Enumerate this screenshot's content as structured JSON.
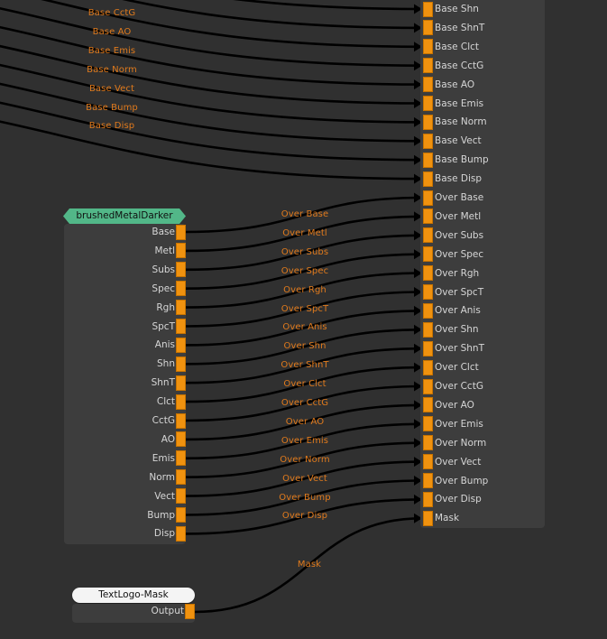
{
  "colors": {
    "canvas": "#303030",
    "node_body": "#3d3d3d",
    "port": "#f0920f",
    "wire": "#000000",
    "wire_label": "#e07a1c",
    "port_label": "#d6d6d6",
    "material_node_header": "#52b788",
    "mask_node_header": "#f4f4f4"
  },
  "material_node": {
    "title": "brushedMetalDarker",
    "outputs": [
      "Base",
      "Metl",
      "Subs",
      "Spec",
      "Rgh",
      "SpcT",
      "Anis",
      "Shn",
      "ShnT",
      "Clct",
      "CctG",
      "AO",
      "Emis",
      "Norm",
      "Vect",
      "Bump",
      "Disp"
    ]
  },
  "mask_node": {
    "title": "TextLogo-Mask",
    "output": "Output"
  },
  "blend_node": {
    "inputs": [
      "Base Shn",
      "Base ShnT",
      "Base Clct",
      "Base CctG",
      "Base AO",
      "Base Emis",
      "Base Norm",
      "Base Vect",
      "Base Bump",
      "Base Disp",
      "Over Base",
      "Over Metl",
      "Over Subs",
      "Over Spec",
      "Over Rgh",
      "Over SpcT",
      "Over Anis",
      "Over Shn",
      "Over ShnT",
      "Over Clct",
      "Over CctG",
      "Over AO",
      "Over Emis",
      "Over Norm",
      "Over Vect",
      "Over Bump",
      "Over Disp",
      "Mask"
    ]
  },
  "wire_labels": {
    "base": [
      "Base CctG",
      "Base AO",
      "Base Emis",
      "Base Norm",
      "Base Vect",
      "Base Bump",
      "Base Disp"
    ],
    "over": [
      "Over Base",
      "Over Metl",
      "Over Subs",
      "Over Spec",
      "Over Rgh",
      "Over SpcT",
      "Over Anis",
      "Over Shn",
      "Over ShnT",
      "Over Clct",
      "Over CctG",
      "Over AO",
      "Over Emis",
      "Over Norm",
      "Over Vect",
      "Over Bump",
      "Over Disp"
    ],
    "mask": "Mask"
  }
}
